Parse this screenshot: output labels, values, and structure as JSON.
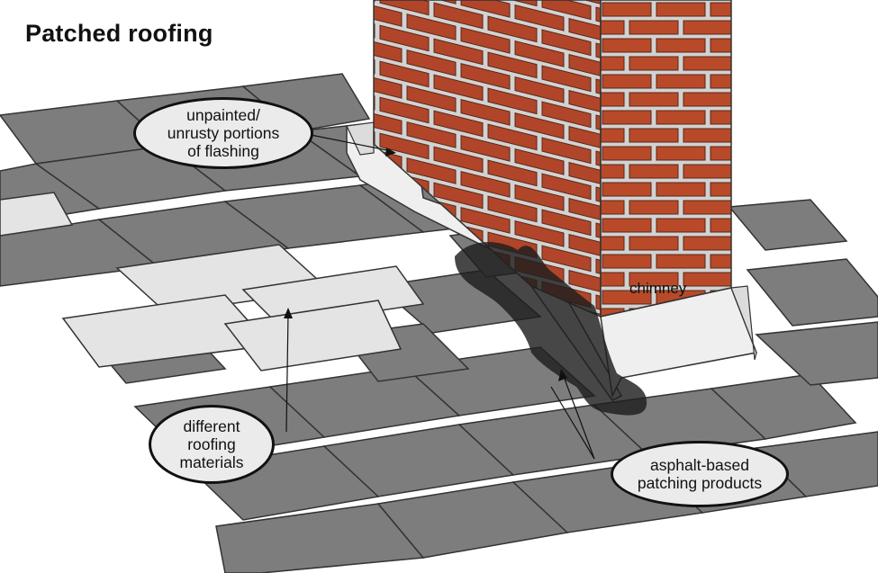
{
  "title": "Patched roofing",
  "labels": {
    "chimney": "chimney",
    "flashing": [
      "unpainted/",
      "unrusty portions",
      "of flashing"
    ],
    "materials": [
      "different",
      "roofing",
      "materials"
    ],
    "patching": [
      "asphalt-based",
      "patching products"
    ]
  },
  "colors": {
    "brick": "#b84a2a",
    "mortar": "#d2d2d2",
    "shingle": "#7d7d7d",
    "shingle_edge": "#333333",
    "light_shingle": "#e4e4e4",
    "flashing": "#efefef",
    "patch": "#1e1e1e",
    "callout_fill": "#ebebeb"
  }
}
